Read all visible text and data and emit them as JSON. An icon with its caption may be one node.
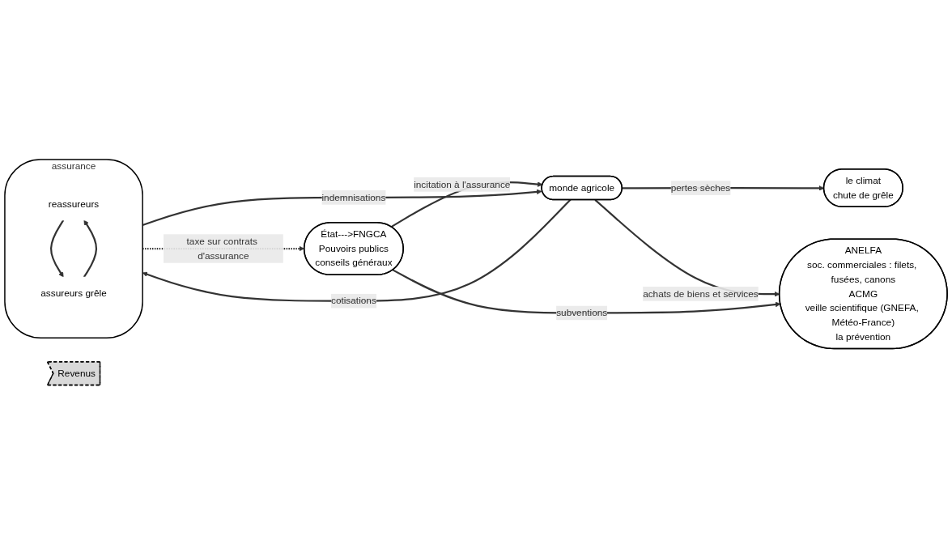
{
  "diagram": {
    "nodes": [
      {
        "text": [
          "assurance"
        ]
      },
      {
        "text": [
          "reassureurs"
        ],
        "in": 0
      },
      {
        "text": [
          "assureurs grêle"
        ],
        "in": 0
      },
      {
        "text": [
          "le climat",
          "chute de grêle"
        ]
      },
      {
        "text": [
          "monde agricole"
        ]
      },
      {
        "text": [
          "État--->FNGCA",
          "Pouvoirs publics",
          "conseils généraux"
        ]
      },
      {
        "text": [
          "ANELFA",
          "soc. commerciales : filets, fusées, canons",
          "ACMG",
          "veille scientifique (GNEFA, Météo-France)",
          "la prévention"
        ]
      },
      {
        "text": [
          "Revenus"
        ]
      }
    ],
    "edges": [
      {
        "from": 2,
        "to": 1,
        "arrow": "to"
      },
      {
        "from": 1,
        "to": 2,
        "arrow": "to"
      },
      {
        "from": 0,
        "to": 5,
        "arrow": "to",
        "label": "taxe sur contrats d'assurance",
        "style": "dashed"
      },
      {
        "from": 4,
        "to": 0,
        "arrow": "to",
        "label": "cotisations"
      },
      {
        "from": 0,
        "to": 4,
        "arrow": "to",
        "label": "indemnisations"
      },
      {
        "from": 4,
        "to": 3,
        "arrow": "to",
        "label": "pertes sèches"
      },
      {
        "from": 5,
        "to": 4,
        "arrow": "to",
        "label": "incitation à l'assurance"
      },
      {
        "from": 4,
        "to": 6,
        "arrow": "to",
        "label": "achats de biens et services"
      },
      {
        "from": 5,
        "to": 6,
        "arrow": "to",
        "label": "subventions"
      }
    ]
  }
}
